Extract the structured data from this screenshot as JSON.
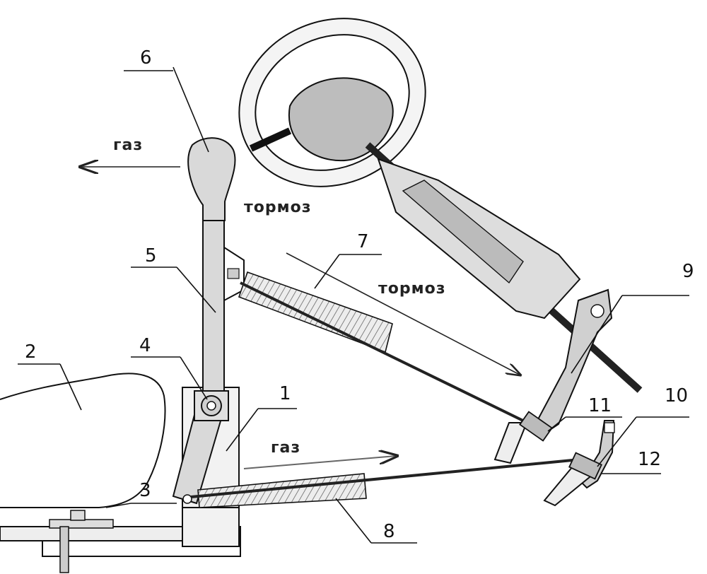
{
  "labels": {
    "n1": "1",
    "n2": "2",
    "n3": "3",
    "n4": "4",
    "n5": "5",
    "n6": "6",
    "n7": "7",
    "n8": "8",
    "n9": "9",
    "n10": "10",
    "n11": "11",
    "n12": "12"
  },
  "words": {
    "gas_top": "газ",
    "brake_wheel": "тормоз",
    "brake_arrow": "тормоз",
    "gas_bottom": "газ"
  },
  "colors": {
    "line": "#111111",
    "part_fill": "#d9d9d9",
    "background": "#ffffff"
  }
}
